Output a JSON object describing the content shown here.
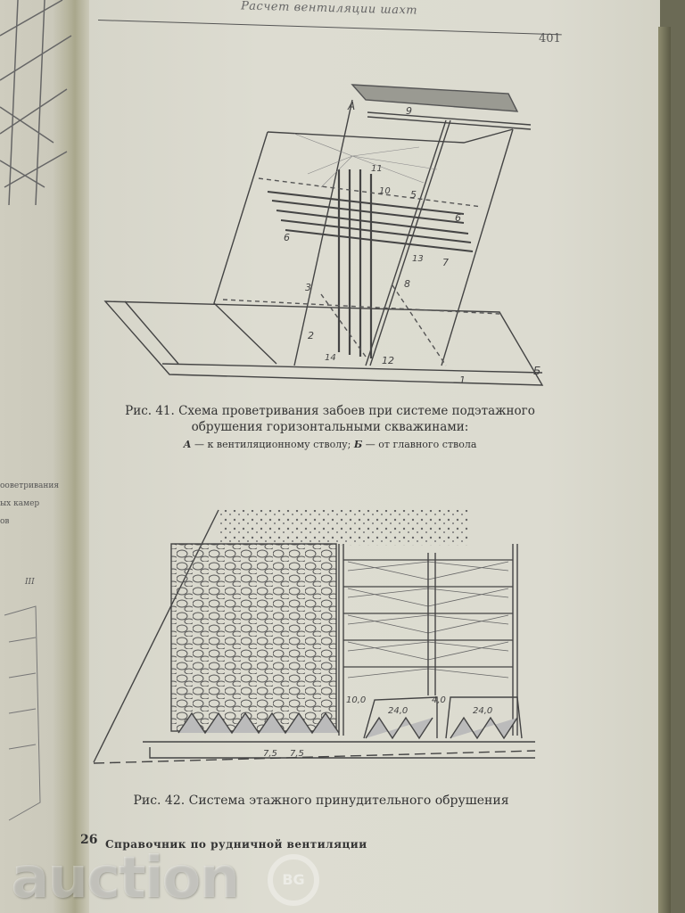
{
  "page": {
    "running_header": "Расчет вентиляции шахт",
    "page_number": "401"
  },
  "figure_41": {
    "caption_line1": "Рис. 41. Схема проветривания забоев при системе подэтажного",
    "caption_line2": "обрушения горизонтальными скважинами:",
    "legend_a": "А",
    "legend_a_text": " — к вентиляционному стволу; ",
    "legend_b": "Б",
    "legend_b_text": " — от главного ствола",
    "labels": {
      "A": "А",
      "B": "Б",
      "n1": "1",
      "n2": "2",
      "n3": "3",
      "n5": "5",
      "n6a": "6",
      "n6b": "6",
      "n7": "7",
      "n8": "8",
      "n9": "9",
      "n10": "10",
      "n11": "11",
      "n12": "12",
      "n13": "13",
      "n14": "14"
    }
  },
  "figure_42": {
    "caption": "Рис. 42. Система этажного принудительного обрушения",
    "dims": {
      "d1": "10,0",
      "d2": "24,0",
      "d3": "4,0",
      "d4": "24,0",
      "d5": "7,5",
      "d6": "7,5"
    }
  },
  "left_page": {
    "fragment_lines": [
      "ооветривания",
      "ых   камер",
      "ов"
    ],
    "label": "III"
  },
  "footer": {
    "number": "26",
    "title": "Справочник по рудничной вентиляции"
  },
  "watermark": {
    "text": "auction",
    "badge": "BG"
  }
}
